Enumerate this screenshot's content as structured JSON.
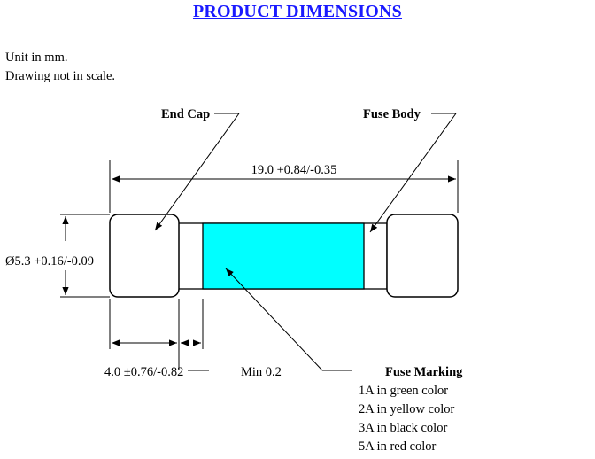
{
  "title": "PRODUCT DIMENSIONS",
  "notes": [
    "Unit in mm.",
    "Drawing not in scale."
  ],
  "labels": {
    "end_cap": "End Cap",
    "fuse_body": "Fuse Body",
    "length": "19.0 +0.84/-0.35",
    "diameter": "Ø5.3 +0.16/-0.09",
    "cap_length": "4.0 ±0.76/-0.82",
    "gap_min": "Min 0.2",
    "fuse_marking": "Fuse Marking"
  },
  "marking_colors": [
    "1A in green color",
    "2A in yellow color",
    "3A in black color",
    "5A in red color"
  ],
  "colors": {
    "title": "#1a1aff",
    "fuse_body_fill": "#00ffff"
  }
}
